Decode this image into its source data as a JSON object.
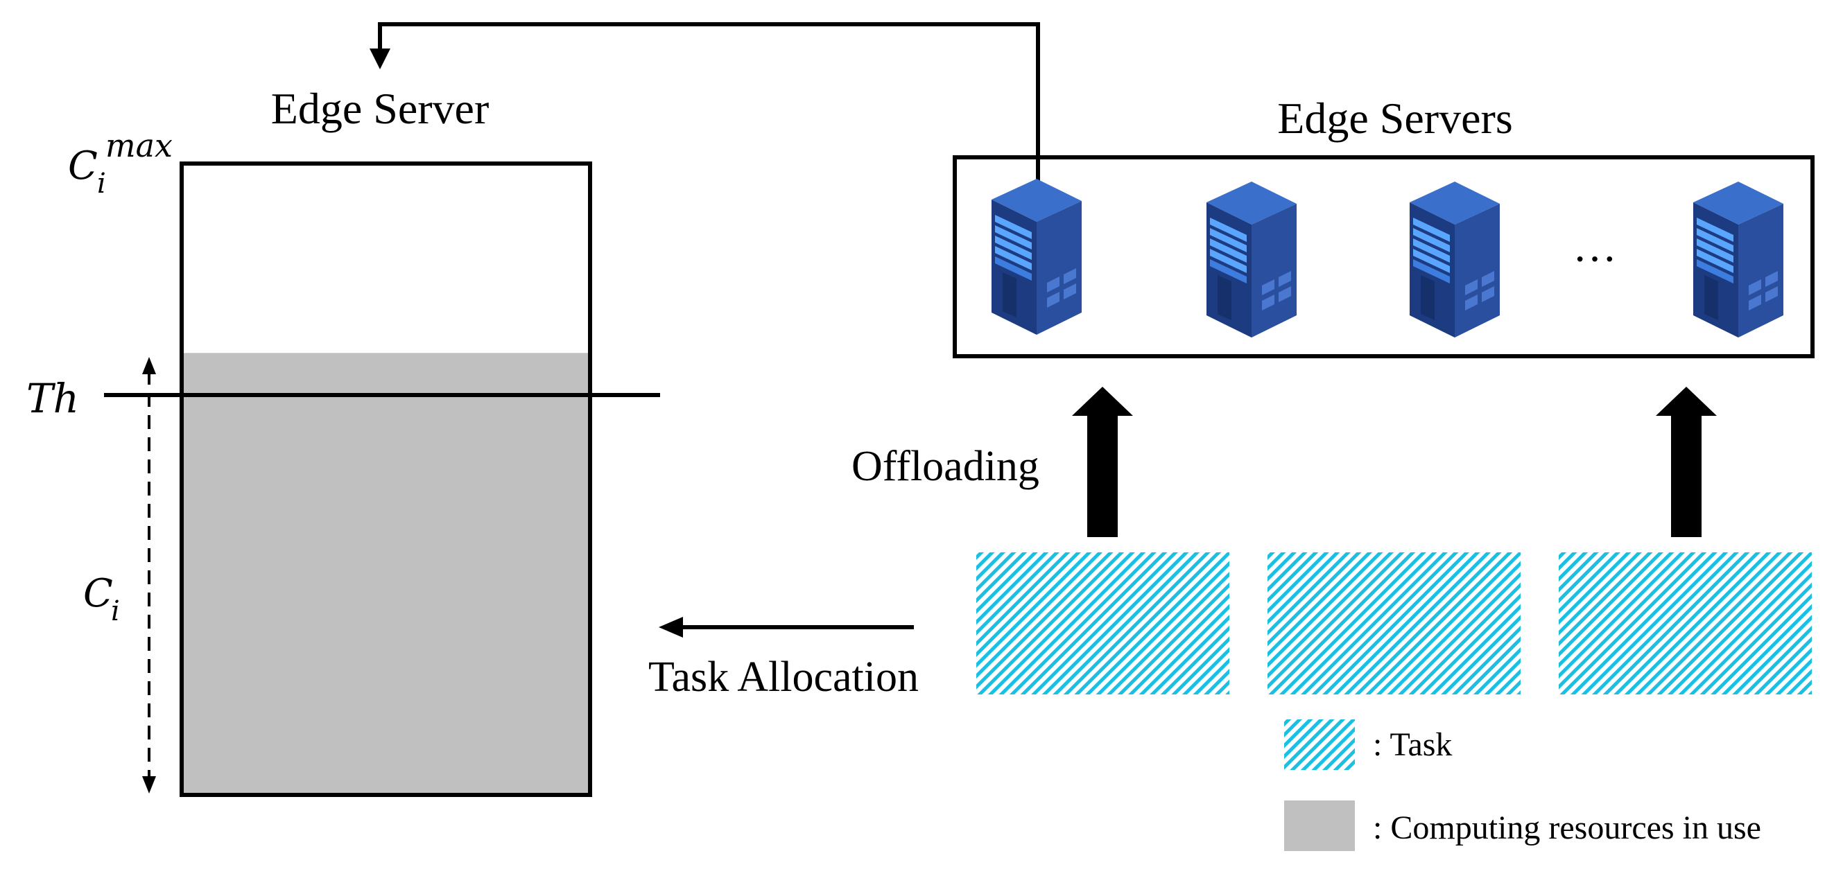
{
  "left_panel": {
    "title": "Edge Server",
    "capacity_label": {
      "base": "C",
      "sub": "i",
      "sup": "max"
    },
    "threshold_label": "Th",
    "usage_label": {
      "base": "C",
      "sub": "i"
    },
    "usage_fraction": 0.7
  },
  "right_panel": {
    "title": "Edge Servers",
    "ellipsis": "···",
    "server_count_shown": 4,
    "server_icon": "server-tower-icon"
  },
  "arrows": {
    "offloading_label": "Offloading",
    "allocation_label": "Task Allocation"
  },
  "legend": {
    "task_label": ": Task",
    "resource_label": ": Computing resources in use"
  },
  "colors": {
    "task_hatch": "#19c0e3",
    "resource_fill": "#c0c0c0",
    "server_dark": "#1e3d82",
    "server_light": "#3a84e8",
    "line": "#000000"
  }
}
